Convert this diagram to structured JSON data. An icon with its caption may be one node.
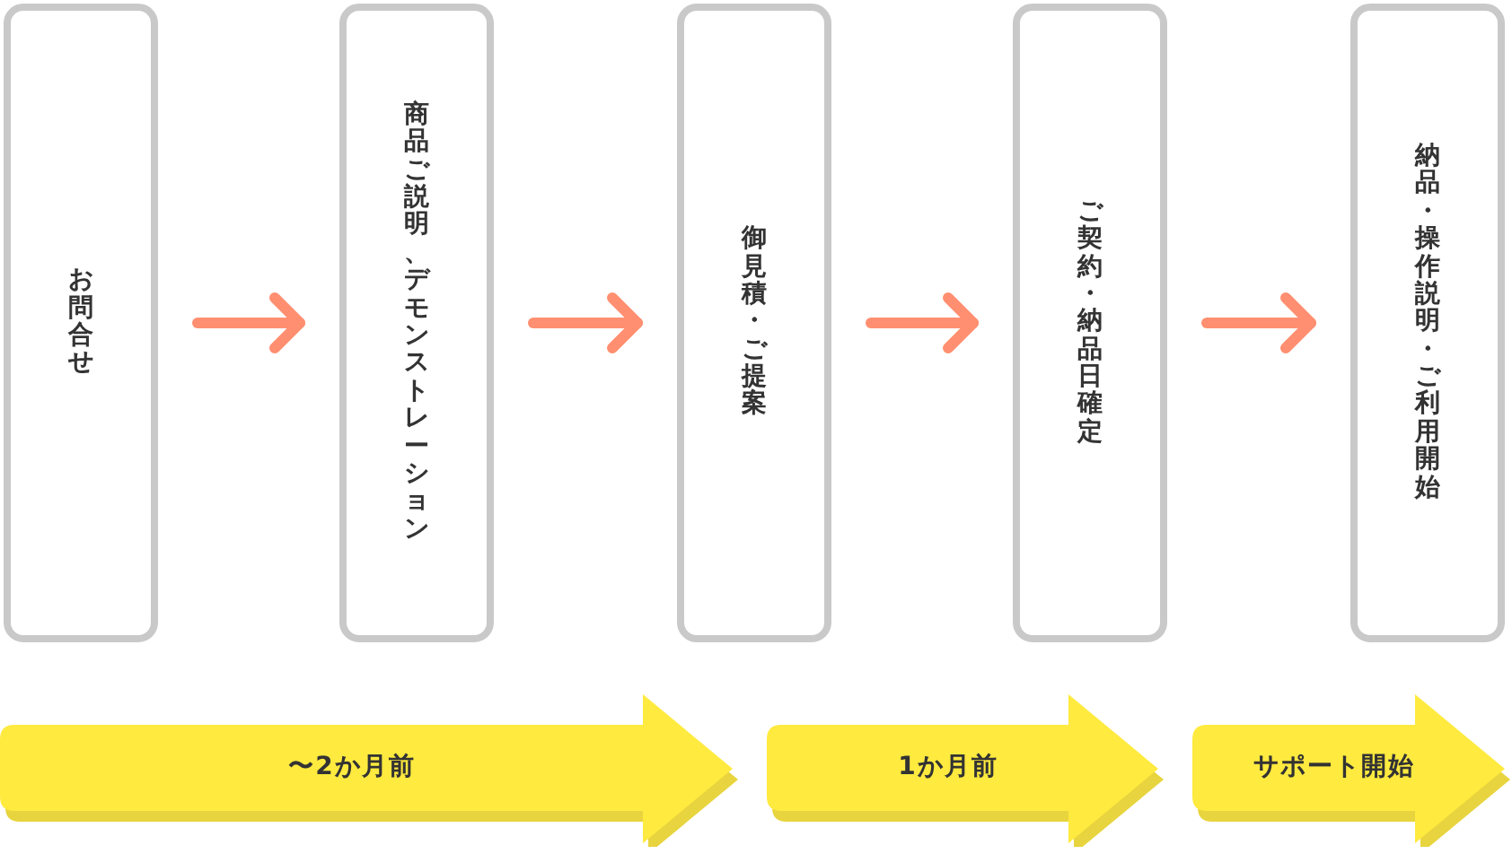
{
  "diagram": {
    "nodes": [
      {
        "text": [
          "お問合せ"
        ]
      },
      {
        "text": [
          "商品ご説明、デモンストレーション"
        ]
      },
      {
        "text": [
          "御見積・ご提案"
        ]
      },
      {
        "text": [
          "ご契約・納品日確定"
        ]
      },
      {
        "text": [
          "納品・操作説明・ご利用開始"
        ]
      },
      {
        "text": [
          "〜2か月前"
        ]
      },
      {
        "text": [
          "1か月前"
        ]
      },
      {
        "text": [
          "サポート開始"
        ]
      }
    ],
    "edges": [
      {
        "from": 0,
        "to": 1,
        "arrow": "to"
      },
      {
        "from": 1,
        "to": 2,
        "arrow": "to"
      },
      {
        "from": 2,
        "to": 3,
        "arrow": "to"
      },
      {
        "from": 3,
        "to": 4,
        "arrow": "to"
      }
    ]
  }
}
